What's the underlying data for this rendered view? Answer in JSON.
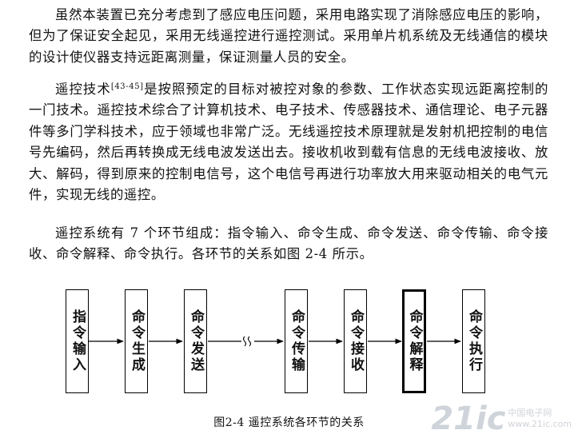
{
  "paragraphs": {
    "p1": "虽然本装置已充分考虑到了感应电压问题，采用电路实现了消除感应电压的影响，但为了保证安全起见，采用无线遥控进行遥控测试。采用单片机系统及无线通信的模块的设计使仪器支持远距离测量，保证测量人员的安全。",
    "p2_before_ref": "遥控技术",
    "p2_ref": "[43-45]",
    "p2_after_ref": "是按照预定的目标对被控对象的参数、工作状态实现远距离控制的一门技术。遥控技术综合了计算机技术、电子技术、传感器技术、通信理论、电子元器件等多门学科技术，应于领域也非常广泛。无线遥控技术原理就是发射机把控制的电信号先编码，然后再转换成无线电波发送出去。接收机收到载有信息的无线电波接收、放大、解码，得到原来的控制电信号，这个电信号再进行功率放大用来驱动相关的电气元件，实现无线的遥控。",
    "p3": "遥控系统有 7 个环节组成：指令输入、命令生成、命令发送、命令传输、命令接收、命令解释、命令执行。各环节的关系如图 2-4 所示。"
  },
  "diagram": {
    "blocks": [
      "指令输入",
      "命令生成",
      "命令发送",
      "命令传输",
      "命令接收",
      "命令解释",
      "命令执行"
    ],
    "break_symbol": "≀≀"
  },
  "caption": "图2-4  遥控系统各环节的关系",
  "watermark": {
    "big": "21ic",
    "line1": "中国电子网",
    "line2": "www.21ic.com"
  }
}
